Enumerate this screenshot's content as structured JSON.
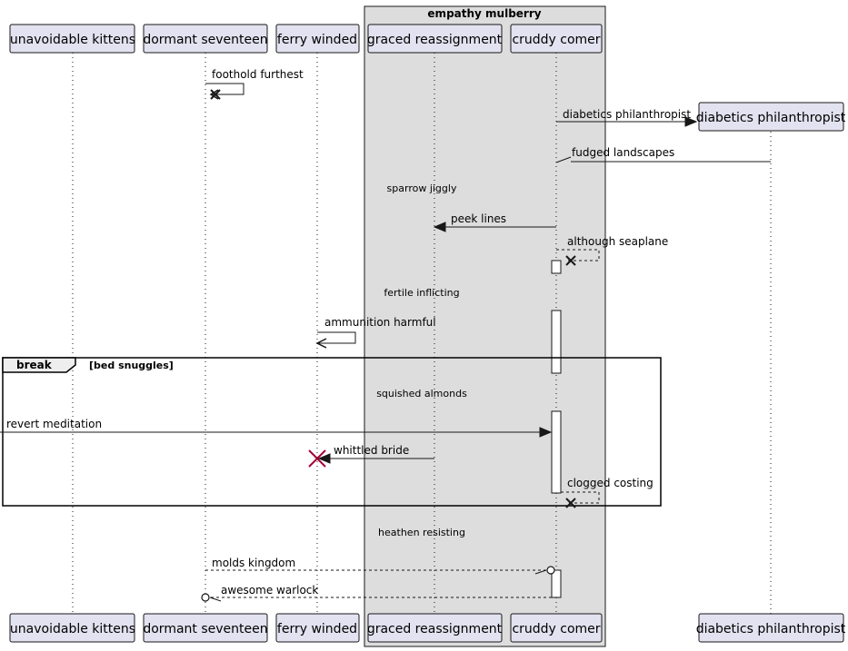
{
  "diagram_type": "sequence",
  "box": {
    "title": "empathy mulberry"
  },
  "participants": [
    {
      "key": "uk",
      "label": "unavoidable kittens"
    },
    {
      "key": "ds",
      "label": "dormant seventeen"
    },
    {
      "key": "fw",
      "label": "ferry winded"
    },
    {
      "key": "gr",
      "label": "graced reassignment"
    },
    {
      "key": "cc",
      "label": "cruddy comer"
    },
    {
      "key": "dp",
      "label": "diabetics philanthropist"
    }
  ],
  "messages": [
    {
      "text": "foothold furthest",
      "from": "ds",
      "to": "ds",
      "style": "solid-destroy"
    },
    {
      "text": "diabetics philanthropist",
      "from": "cc",
      "to": "dp",
      "style": "create"
    },
    {
      "text": "fudged landscapes",
      "from": "dp",
      "to": "cc",
      "style": "solid-lost"
    },
    {
      "text": "peek lines",
      "from": "cc",
      "to": "gr",
      "style": "solid"
    },
    {
      "text": "although seaplane",
      "from": "cc",
      "to": "cc",
      "style": "dashed-destroy"
    },
    {
      "text": "ammunition harmful",
      "from": "fw",
      "to": "fw",
      "style": "solid"
    },
    {
      "text": "revert meditation",
      "from": "external",
      "to": "cc",
      "style": "solid"
    },
    {
      "text": "whittled bride",
      "from": "gr",
      "to": "fw",
      "style": "solid-destroy-target"
    },
    {
      "text": "clogged costing",
      "from": "cc",
      "to": "cc",
      "style": "dashed-destroy"
    },
    {
      "text": "molds kingdom",
      "from": "ds",
      "to": "cc",
      "style": "dashed-circle"
    },
    {
      "text": "awesome warlock",
      "from": "cc",
      "to": "ds",
      "style": "dashed-circle"
    }
  ],
  "dividers": [
    {
      "text": "sparrow jiggly"
    },
    {
      "text": "fertile inflicting"
    },
    {
      "text": "squished almonds"
    },
    {
      "text": "heathen resisting"
    }
  ],
  "frame": {
    "kind": "break",
    "condition": "[bed snuggles]"
  },
  "colors": {
    "participant_fill": "#e2e2f0",
    "participant_stroke": "#181818",
    "box_fill": "#dddddd",
    "destroy_red": "#a80036",
    "lifeline": "#181818"
  }
}
